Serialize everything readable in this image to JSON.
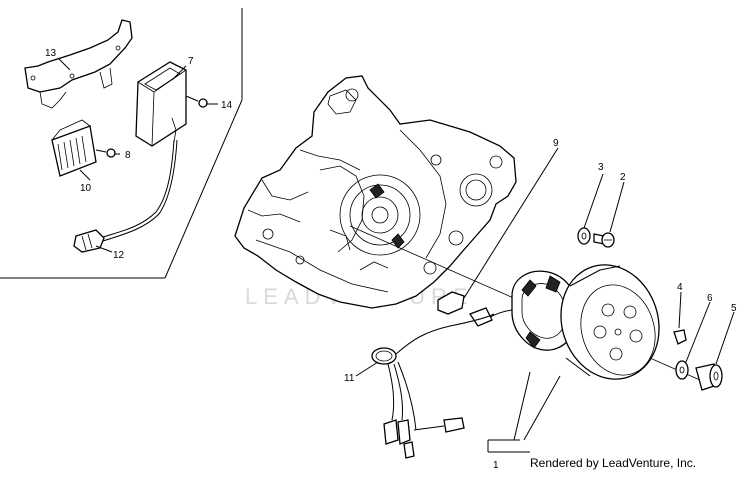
{
  "watermark": "LEADVENTURE",
  "credit": "Rendered by LeadVenture, Inc.",
  "callouts": {
    "c1": "1",
    "c2": "2",
    "c3": "3",
    "c4": "4",
    "c5": "5",
    "c6": "6",
    "c7": "7",
    "c8": "8",
    "c9": "9",
    "c10": "10",
    "c11": "11",
    "c12": "12",
    "c13": "13",
    "c14": "14"
  }
}
